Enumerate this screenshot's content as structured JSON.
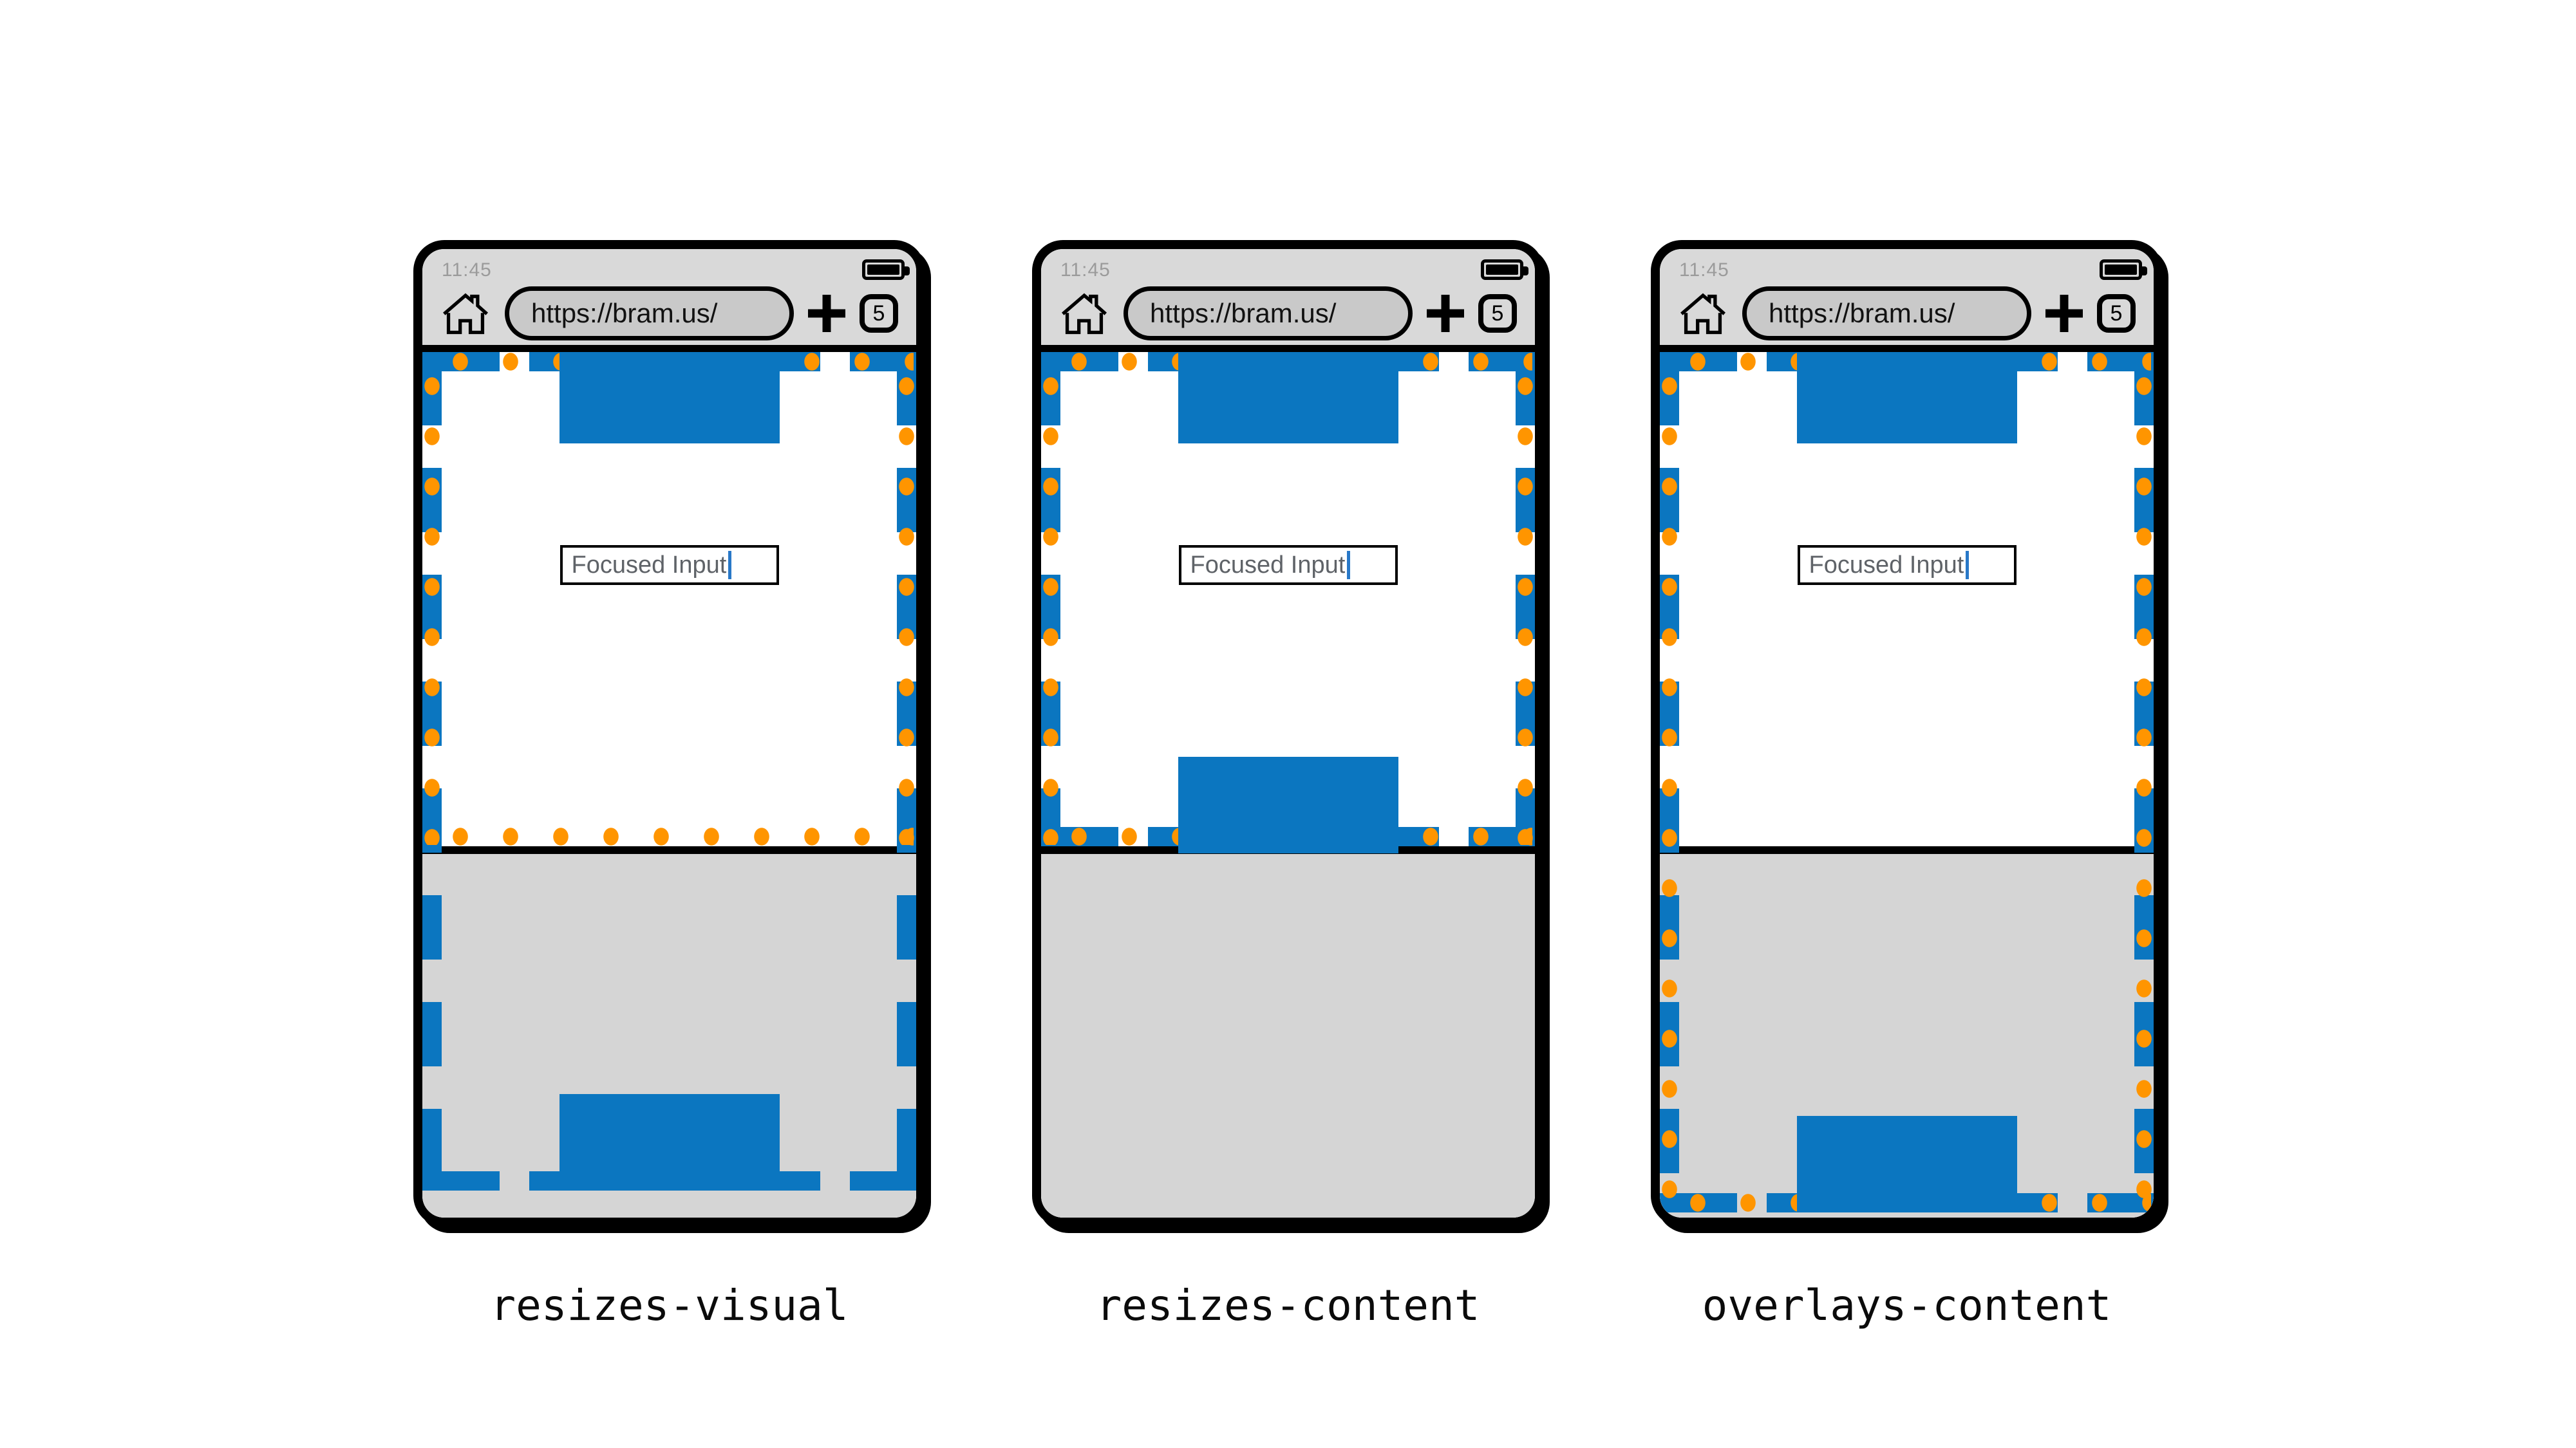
{
  "figure": {
    "description_captions": [
      "resizes-visual",
      "resizes-content",
      "overlays-content"
    ]
  },
  "browser_chrome": {
    "time": "11:45",
    "url": "https://bram.us/",
    "tab_count": "5",
    "icons": {
      "home": "home-icon",
      "new_tab": "plus-icon",
      "tab_counter": "tab-counter-box",
      "battery": "battery-full-icon"
    }
  },
  "phones": [
    {
      "mode": "resizes-visual",
      "caption": "resizes-visual",
      "input_value": "Focused Input"
    },
    {
      "mode": "resizes-content",
      "caption": "resizes-content",
      "input_value": "Focused Input"
    },
    {
      "mode": "overlays-content",
      "caption": "overlays-content",
      "input_value": "Focused Input"
    }
  ],
  "colors": {
    "accent_blue": "#0b76c0",
    "dot_orange": "#ff9500",
    "chrome_gray": "#d9d9d9",
    "keyboard_gray": "#d5d5d5",
    "url_pill_gray": "#c9c9c9",
    "status_text_gray": "#9b9b9b",
    "input_text_gray": "#5f6368",
    "caret_blue": "#2878c8",
    "outline_black": "#000000",
    "page_bg": "#ffffff"
  }
}
